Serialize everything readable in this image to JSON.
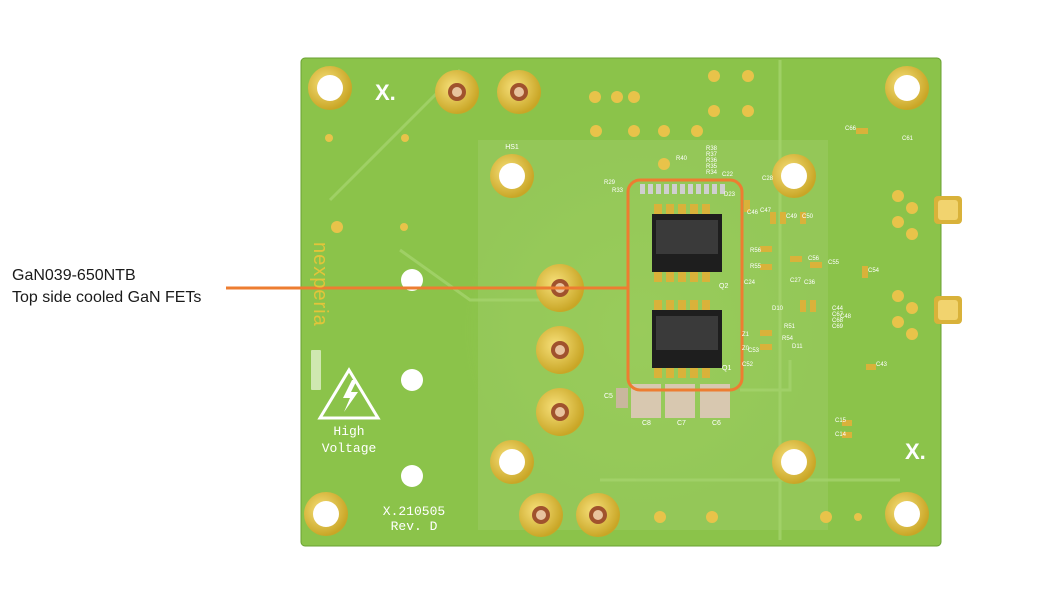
{
  "callout": {
    "line1": "GaN039-650NTB",
    "line2": "Top side cooled GaN FETs",
    "color": "#ed7d31"
  },
  "board": {
    "pcb_color": "#8bc34a",
    "silk_color": "#f5f5f5",
    "logo": "X.",
    "brand": "nexperia",
    "hv_line1": "High",
    "hv_line2": "Voltage",
    "version": "X.210505",
    "revision": "Rev. D",
    "heatsink_label": "HS1",
    "fet_labels": [
      "Q2",
      "Q1"
    ],
    "cap_labels": [
      "C5",
      "C8",
      "C7",
      "C6"
    ],
    "ref_labels": [
      "R56",
      "R55",
      "C56",
      "C55",
      "C54",
      "C66",
      "C61",
      "C50",
      "C49",
      "C46",
      "C47",
      "C48",
      "C43",
      "C15",
      "C14",
      "C52",
      "C53",
      "C27",
      "C24",
      "D10",
      "R54",
      "R51",
      "Z1",
      "Z0",
      "D11",
      "C28",
      "R40",
      "R38",
      "R37",
      "R36",
      "R35",
      "R34",
      "R33",
      "R29",
      "D23",
      "C22",
      "C36",
      "C67",
      "C68",
      "C69",
      "C44"
    ]
  }
}
